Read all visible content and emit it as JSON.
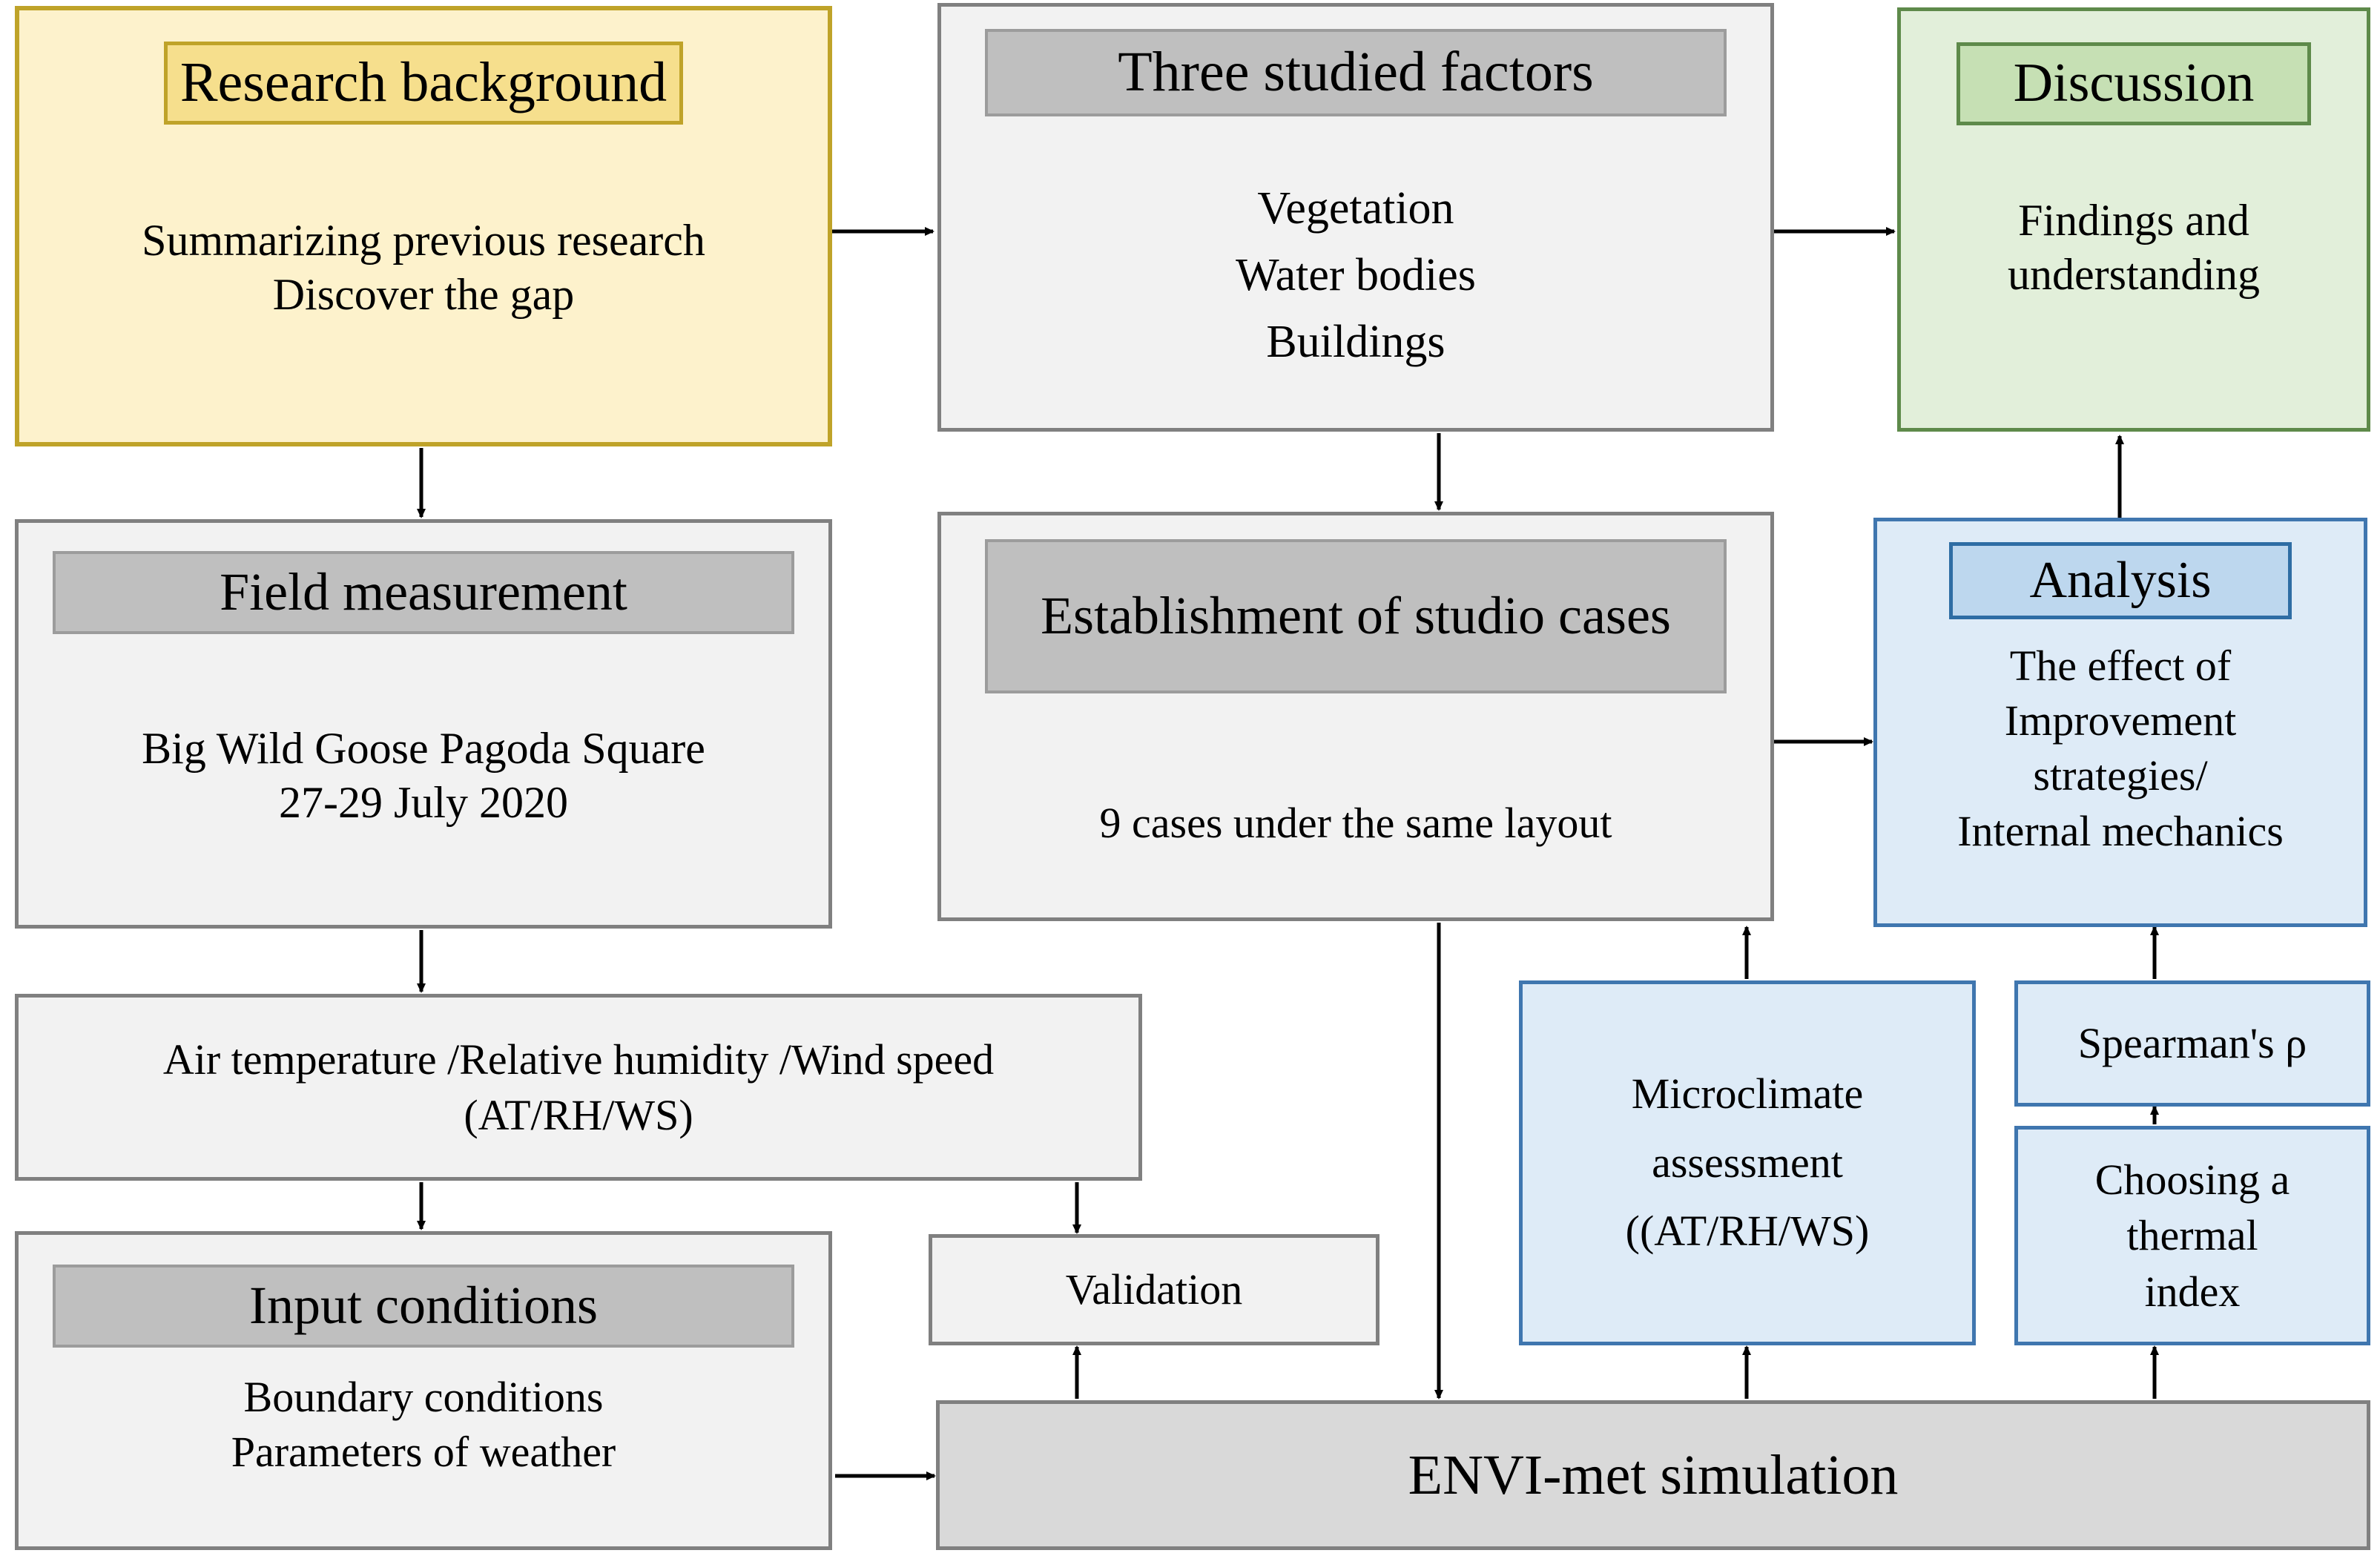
{
  "diagram": {
    "title": "Research methodology flowchart",
    "colors": {
      "yellow_fill": "#FDF2CC",
      "yellow_header": "#F6DF8D",
      "yellow_border": "#BFA329",
      "gray_fill": "#F2F2F2",
      "gray_header": "#BFBFBF",
      "gray_border": "#808080",
      "green_fill": "#E2EFDA",
      "green_header": "#C6E0B4",
      "green_border": "#5E8A4A",
      "blue_fill": "#DEEBF7",
      "blue_header": "#BDD7EE",
      "blue_border": "#3F76AF",
      "arrow": "#000000"
    }
  },
  "nodes": {
    "research_background": {
      "header": "Research background",
      "line1": "Summarizing previous research",
      "line2": "Discover the gap"
    },
    "three_studied_factors": {
      "header": "Three studied factors",
      "line1": "Vegetation",
      "line2": "Water bodies",
      "line3": "Buildings"
    },
    "discussion": {
      "header": "Discussion",
      "line1": "Findings and",
      "line2": "understanding"
    },
    "field_measurement": {
      "header": "Field  measurement",
      "line1": "Big Wild Goose Pagoda Square",
      "line2": "27-29 July 2020"
    },
    "establishment_cases": {
      "header": "Establishment of studio cases",
      "line1": "9 cases under the same layout"
    },
    "analysis": {
      "header": "Analysis",
      "line1": "The effect of",
      "line2": "Improvement",
      "line3": "strategies/",
      "line4": "Internal mechanics"
    },
    "measured_variables": {
      "line1": "Air temperature /Relative humidity /Wind speed",
      "line2": "(AT/RH/WS)"
    },
    "input_conditions": {
      "header": "Input  conditions",
      "line1": "Boundary conditions",
      "line2": "Parameters of weather"
    },
    "validation": {
      "label": "Validation"
    },
    "microclimate_assessment": {
      "line1": "Microclimate",
      "line2": "assessment",
      "line3": "((AT/RH/WS)"
    },
    "spearman": {
      "label": "Spearman's ρ"
    },
    "thermal_index": {
      "line1": "Choosing a",
      "line2": "thermal",
      "line3": "index"
    },
    "envi_met": {
      "label": "ENVI-met simulation"
    }
  }
}
